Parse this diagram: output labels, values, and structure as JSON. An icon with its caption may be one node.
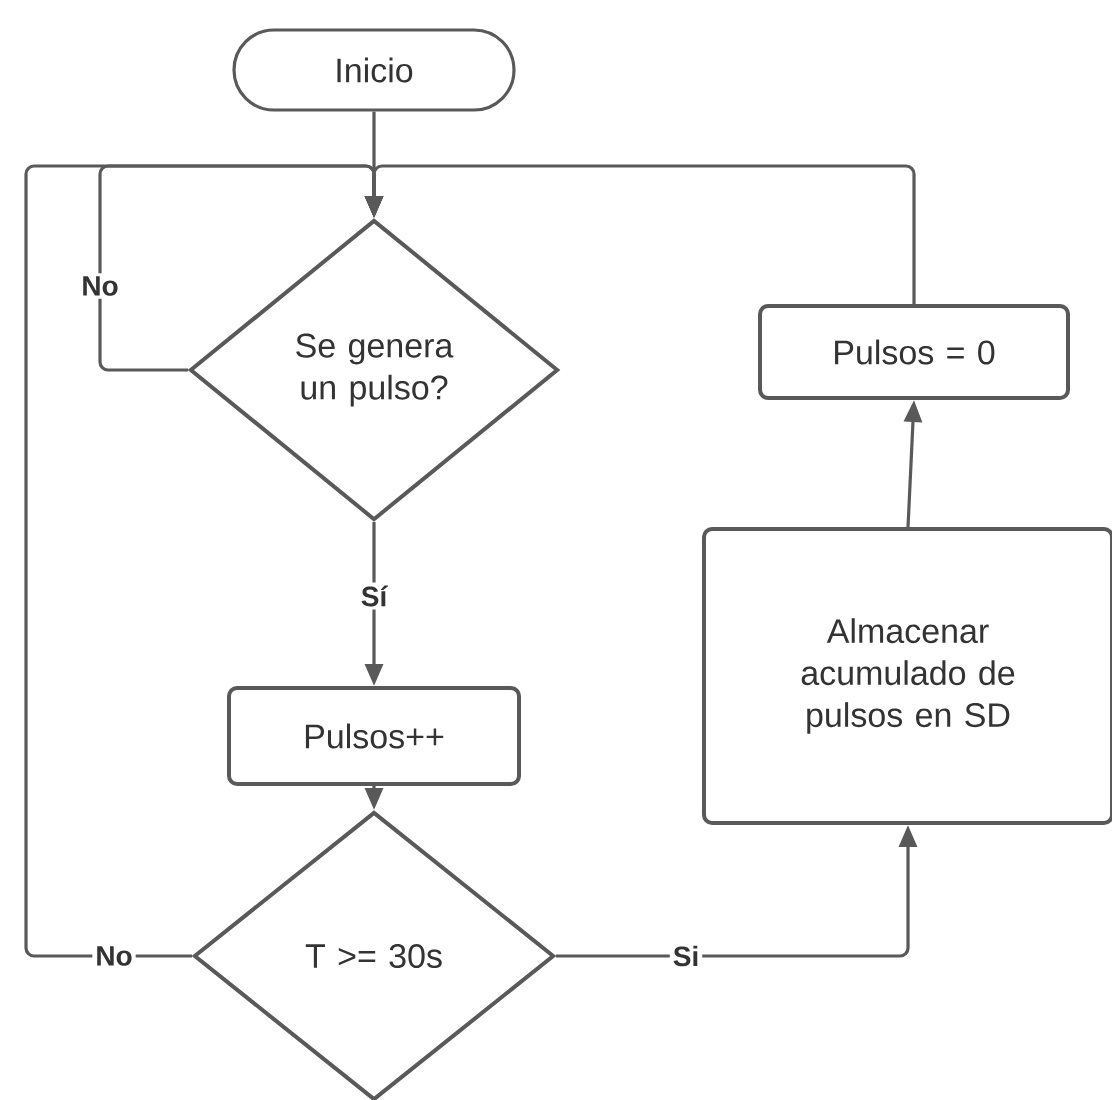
{
  "diagram": {
    "nodes": [
      {
        "text": [
          "Inicio"
        ]
      },
      {
        "text": [
          "Se genera un pulso?"
        ]
      },
      {
        "text": [
          "Pulsos++"
        ]
      },
      {
        "text": [
          "T >= 30s"
        ]
      },
      {
        "text": [
          "Almacenar acumulado de pulsos en SD"
        ]
      },
      {
        "text": [
          "Pulsos = 0"
        ]
      }
    ],
    "edges": [
      {
        "from": 0,
        "to": 1,
        "arrow": "to"
      },
      {
        "from": 1,
        "to": 1,
        "arrow": "to",
        "label": "No"
      },
      {
        "from": 1,
        "to": 2,
        "arrow": "to",
        "label": "Sí"
      },
      {
        "from": 2,
        "to": 3,
        "arrow": "to"
      },
      {
        "from": 3,
        "to": 1,
        "arrow": "to",
        "label": "No"
      },
      {
        "from": 3,
        "to": 4,
        "arrow": "to",
        "label": "Si"
      },
      {
        "from": 4,
        "to": 5,
        "arrow": "to"
      },
      {
        "from": 5,
        "to": 1,
        "arrow": "to"
      }
    ]
  }
}
